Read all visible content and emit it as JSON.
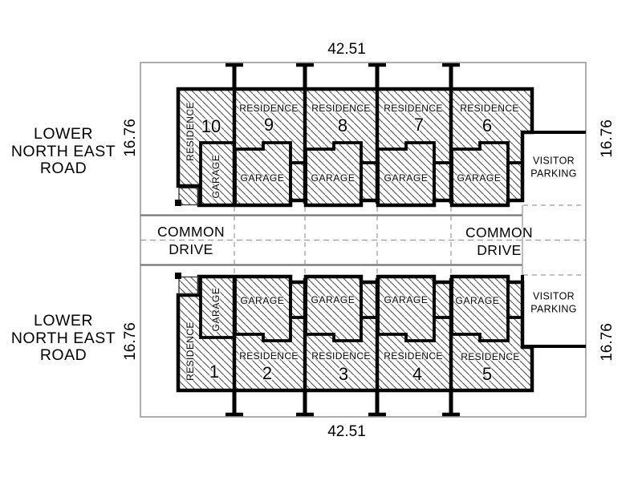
{
  "roads": {
    "top": "LOWER\nNORTH EAST\nROAD",
    "bottom": "LOWER\nNORTH EAST\nROAD"
  },
  "dims": {
    "top_width": "42.51",
    "bottom_width": "42.51",
    "left_top": "16.76",
    "left_bottom": "16.76",
    "right_top": "16.76",
    "right_bottom": "16.76"
  },
  "drive": {
    "left": "COMMON\nDRIVE",
    "right": "COMMON\nDRIVE"
  },
  "parking": {
    "top": "VISITOR\nPARKING",
    "bottom": "VISITOR\nPARKING"
  },
  "units": {
    "top": [
      {
        "number": "10",
        "residence": "RESIDENCE",
        "garage": "GARAGE"
      },
      {
        "number": "9",
        "residence": "RESIDENCE",
        "garage": "GARAGE"
      },
      {
        "number": "8",
        "residence": "RESIDENCE",
        "garage": "GARAGE"
      },
      {
        "number": "7",
        "residence": "RESIDENCE",
        "garage": "GARAGE"
      },
      {
        "number": "6",
        "residence": "RESIDENCE",
        "garage": "GARAGE"
      }
    ],
    "bottom": [
      {
        "number": "1",
        "residence": "RESIDENCE",
        "garage": "GARAGE"
      },
      {
        "number": "2",
        "residence": "RESIDENCE",
        "garage": "GARAGE"
      },
      {
        "number": "3",
        "residence": "RESIDENCE",
        "garage": "GARAGE"
      },
      {
        "number": "4",
        "residence": "RESIDENCE",
        "garage": "GARAGE"
      },
      {
        "number": "5",
        "residence": "RESIDENCE",
        "garage": "GARAGE"
      }
    ]
  },
  "colors": {
    "line": "#000000",
    "hatch": "#454545",
    "boundary": "#9a9a9a",
    "drive_edge": "#757575"
  }
}
